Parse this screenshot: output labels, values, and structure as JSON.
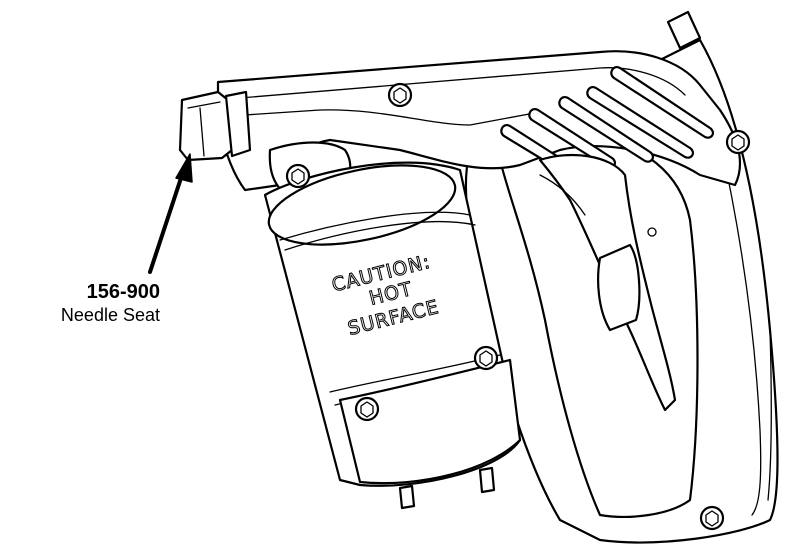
{
  "callout": {
    "part_number": "156-900",
    "part_name": "Needle Seat"
  },
  "caution_label": {
    "line1": "CAUTION:",
    "line2": "HOT",
    "line3": "SURFACE"
  },
  "colors": {
    "line": "#000000",
    "background": "#ffffff"
  }
}
